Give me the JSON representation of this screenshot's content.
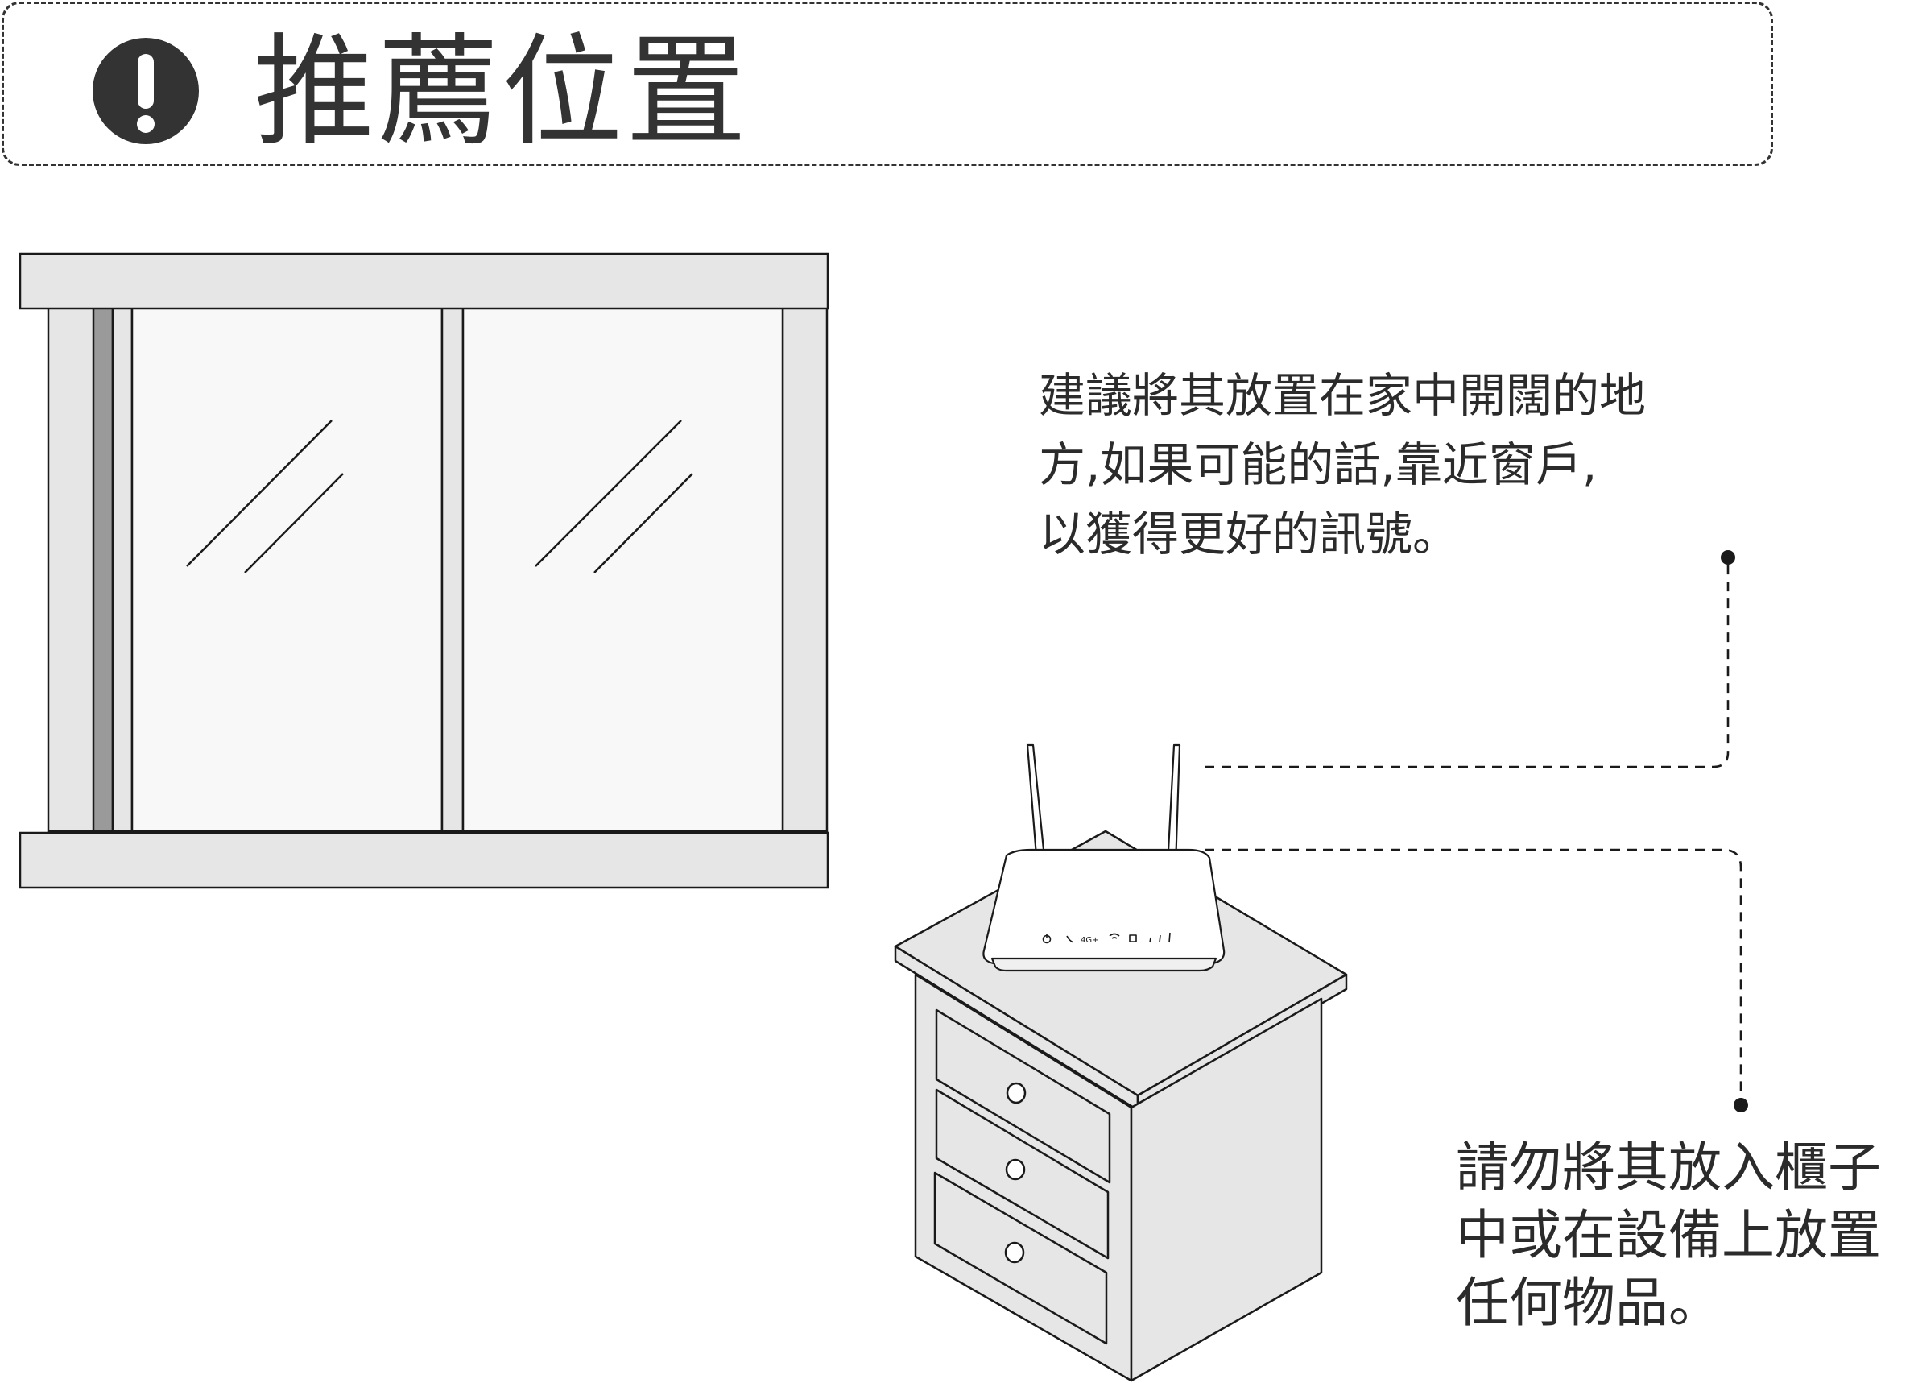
{
  "title": {
    "icon": "exclamation-circle-icon",
    "text": "推薦位置"
  },
  "notes": {
    "recommend": {
      "lines": [
        "建議將其放置在家中開闊的地",
        "方,如果可能的話,靠近窗戶,",
        "以獲得更好的訊號。"
      ]
    },
    "warning": {
      "lines": [
        "請勿將其放入櫃子",
        "中或在設備上放置",
        "任何物品。"
      ]
    }
  },
  "router": {
    "indicator_label": "4G+"
  },
  "colors": {
    "stroke": "#1a1a1a",
    "frame_fill": "#e6e6e6",
    "glass_fill": "#f8f8f8",
    "dark_bar": "#9a9a9a",
    "router_fill": "#ffffff",
    "text": "#333333"
  }
}
